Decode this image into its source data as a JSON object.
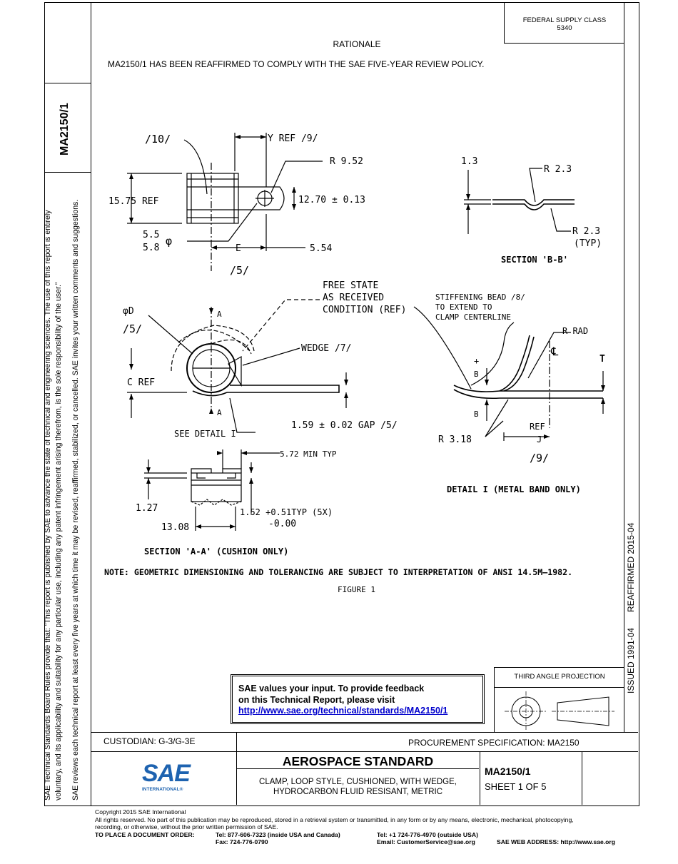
{
  "header": {
    "federal_supply_class": "FEDERAL SUPPLY CLASS",
    "federal_supply_code": "5340",
    "doc_id_vertical": "MA2150/1"
  },
  "side_text": {
    "line1": "SAE Technical Standards Board Rules provide that: “This report is published by SAE to advance the state of technical and engineering sciences. The use of this report is entirely",
    "line2": "voluntary, and its applicability and suitability for any particular use, including any patent infringement arising therefrom, is the sole responsibility of the user.”",
    "line3": "SAE reviews each technical report at least every five years at which time it may be revised, reaffirmed, stabilized, or cancelled. SAE invites your written comments and suggestions."
  },
  "rationale": {
    "title": "RATIONALE",
    "body": "MA2150/1 HAS BEEN REAFFIRMED TO COMPLY WITH THE SAE FIVE-YEAR REVIEW POLICY."
  },
  "right_strip": {
    "issued": "ISSUED 1991-04",
    "reaffirmed": "REAFFIRMED 2015-04"
  },
  "drawing": {
    "top_view": {
      "flag_10": "/10/",
      "y_ref": "Y REF /9/",
      "r952": "R 9.52",
      "ref1575": "15.75 REF",
      "dim1270": "12.70 ± 0.13",
      "d55": "5.5",
      "d58": "5.8",
      "phi": "φ",
      "e": "E",
      "d554": "5.54",
      "flag_5": "/5/"
    },
    "section_bb": {
      "d13": "1.3",
      "r23": "R 2.3",
      "r23typ": "R 2.3",
      "typ": "(TYP)",
      "label": "SECTION 'B-B'"
    },
    "side_view": {
      "free1": "FREE STATE",
      "free2": "AS RECEIVED",
      "free3": "CONDITION (REF)",
      "phid": "φD",
      "flag_5": "/5/",
      "a_top": "A",
      "a_bot": "A",
      "wedge": "WEDGE /7/",
      "cref": "C REF",
      "gap": "1.59 ± 0.02 GAP /5/",
      "see_detail": "SEE DETAIL I"
    },
    "detail_i": {
      "stiff1": "STIFFENING BEAD /8/",
      "stiff2": "TO EXTEND TO",
      "stiff3": "CLAMP CENTERLINE",
      "rrad": "R RAD",
      "cl": "℄",
      "t": "T",
      "plus": "+",
      "b_top": "B",
      "b_bot": "B",
      "ref": "REF",
      "j": "J",
      "r318": "R 3.18",
      "flag_9": "/9/",
      "label": "DETAIL I (METAL BAND ONLY)"
    },
    "section_aa": {
      "d572": "5.72 MIN TYP",
      "d127": "1.27",
      "d152": "1.52 +0.51TYP (5X)",
      "d000": "-0.00",
      "d1308": "13.08",
      "label": "SECTION 'A-A' (CUSHION ONLY)"
    },
    "note": "NOTE:  GEOMETRIC DIMENSIONING AND TOLERANCING ARE SUBJECT TO INTERPRETATION OF ANSI 14.5M–1982.",
    "figure": "FIGURE 1"
  },
  "feedback": {
    "line1": "SAE values your input. To provide feedback",
    "line2": "on this Technical Report, please visit",
    "link": "http://www.sae.org/technical/standards/MA2150/1"
  },
  "projection": {
    "label": "THIRD ANGLE PROJECTION"
  },
  "title_block": {
    "custodian": "CUSTODIAN: G-3/G-3E",
    "procurement": "PROCUREMENT SPECIFICATION: MA2150",
    "standard": "AEROSPACE STANDARD",
    "desc1": "CLAMP, LOOP STYLE, CUSHIONED, WITH WEDGE,",
    "desc2": "HYDROCARBON FLUID RESISANT, METRIC",
    "doc_no": "MA2150/1",
    "sheet": "SHEET 1 OF 5",
    "logo_text": "SAE",
    "logo_sub": "INTERNATIONAL®"
  },
  "footer": {
    "copyright": "Copyright 2015 SAE International",
    "rights1": "All rights reserved. No part of this publication may be reproduced, stored in a retrieval system or transmitted, in any form or by any means, electronic, mechanical, photocopying,",
    "rights2": "recording, or otherwise, without the prior written permission of SAE.",
    "order_label": "TO PLACE A DOCUMENT ORDER:",
    "tel_usa": "Tel: 877-606-7323 (inside USA and Canada)",
    "fax": "Fax: 724-776-0790",
    "tel_out": "Tel: +1 724-776-4970 (outside USA)",
    "email": "Email: CustomerService@sae.org",
    "web": "SAE WEB ADDRESS: http://www.sae.org"
  },
  "colors": {
    "logo_blue": "#1e63b0",
    "link_blue": "#0000cc"
  }
}
